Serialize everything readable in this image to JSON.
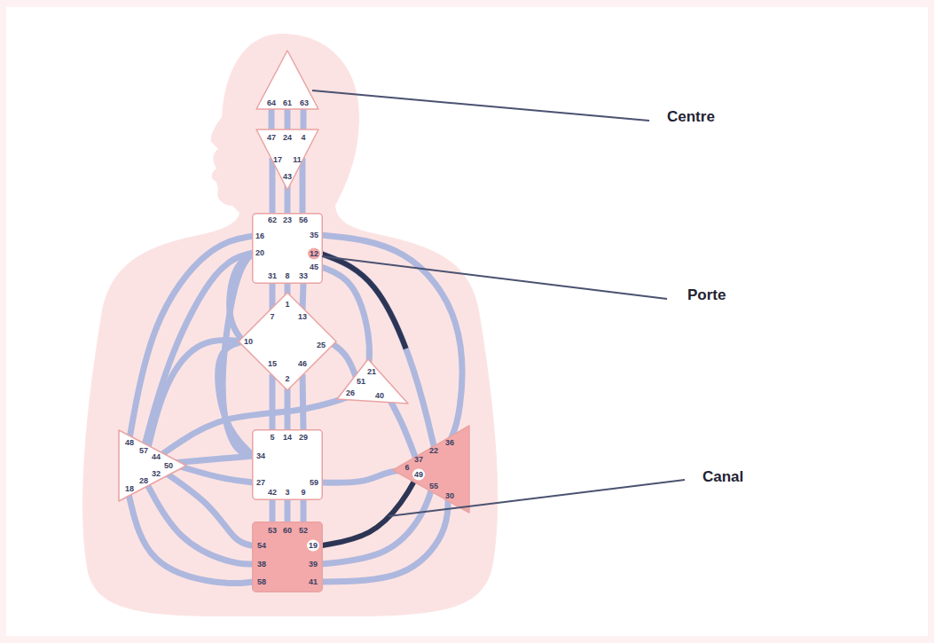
{
  "diagram": {
    "nodes": [
      {
        "text": [
          "64",
          "61",
          "63"
        ]
      },
      {
        "text": [
          "47",
          "24",
          "4",
          "17",
          "11",
          "43"
        ]
      },
      {
        "text": [
          "62",
          "23",
          "56",
          "16",
          "35",
          "20",
          "12",
          "45",
          "31",
          "8",
          "33"
        ]
      },
      {
        "text": [
          "1",
          "7",
          "13",
          "10",
          "25",
          "15",
          "46",
          "2"
        ]
      },
      {
        "text": [
          "21",
          "51",
          "26",
          "40"
        ]
      },
      {
        "text": [
          "48",
          "57",
          "44",
          "50",
          "32",
          "28",
          "18"
        ]
      },
      {
        "text": [
          "5",
          "14",
          "29",
          "34",
          "27",
          "59",
          "42",
          "3",
          "9"
        ]
      },
      {
        "text": [
          "36",
          "22",
          "37",
          "6",
          "49",
          "55",
          "30"
        ]
      },
      {
        "text": [
          "53",
          "60",
          "52",
          "54",
          "19",
          "38",
          "39",
          "58",
          "41"
        ]
      }
    ],
    "edges": [
      {
        "from": 0,
        "to": 1,
        "arrow": "none"
      },
      {
        "from": 0,
        "to": 1,
        "arrow": "none"
      },
      {
        "from": 0,
        "to": 1,
        "arrow": "none"
      },
      {
        "from": 1,
        "to": 2,
        "arrow": "none"
      },
      {
        "from": 1,
        "to": 2,
        "arrow": "none"
      },
      {
        "from": 1,
        "to": 2,
        "arrow": "none"
      },
      {
        "from": 2,
        "to": 3,
        "arrow": "none"
      },
      {
        "from": 2,
        "to": 3,
        "arrow": "none"
      },
      {
        "from": 2,
        "to": 3,
        "arrow": "none"
      },
      {
        "from": 2,
        "to": 3,
        "arrow": "none"
      },
      {
        "from": 2,
        "to": 5,
        "arrow": "none"
      },
      {
        "from": 2,
        "to": 5,
        "arrow": "none"
      },
      {
        "from": 2,
        "to": 6,
        "arrow": "none"
      },
      {
        "from": 2,
        "to": 4,
        "arrow": "none"
      },
      {
        "from": 2,
        "to": 7,
        "arrow": "none"
      },
      {
        "from": 2,
        "to": 7,
        "arrow": "none"
      },
      {
        "from": 3,
        "to": 4,
        "arrow": "none"
      },
      {
        "from": 3,
        "to": 5,
        "arrow": "none"
      },
      {
        "from": 3,
        "to": 6,
        "arrow": "none"
      },
      {
        "from": 3,
        "to": 6,
        "arrow": "none"
      },
      {
        "from": 3,
        "to": 6,
        "arrow": "none"
      },
      {
        "from": 3,
        "to": 6,
        "arrow": "none"
      },
      {
        "from": 4,
        "to": 5,
        "arrow": "none"
      },
      {
        "from": 4,
        "to": 7,
        "arrow": "none"
      },
      {
        "from": 5,
        "to": 6,
        "arrow": "none"
      },
      {
        "from": 5,
        "to": 6,
        "arrow": "none"
      },
      {
        "from": 5,
        "to": 8,
        "arrow": "none"
      },
      {
        "from": 5,
        "to": 8,
        "arrow": "none"
      },
      {
        "from": 5,
        "to": 8,
        "arrow": "none"
      },
      {
        "from": 6,
        "to": 7,
        "arrow": "none"
      },
      {
        "from": 6,
        "to": 8,
        "arrow": "none"
      },
      {
        "from": 6,
        "to": 8,
        "arrow": "none"
      },
      {
        "from": 6,
        "to": 8,
        "arrow": "none"
      },
      {
        "from": 8,
        "to": 7,
        "arrow": "none"
      },
      {
        "from": 8,
        "to": 7,
        "arrow": "none"
      },
      {
        "from": 8,
        "to": 7,
        "arrow": "none"
      }
    ],
    "labels": [
      "Centre",
      "Porte",
      "Canal"
    ]
  }
}
